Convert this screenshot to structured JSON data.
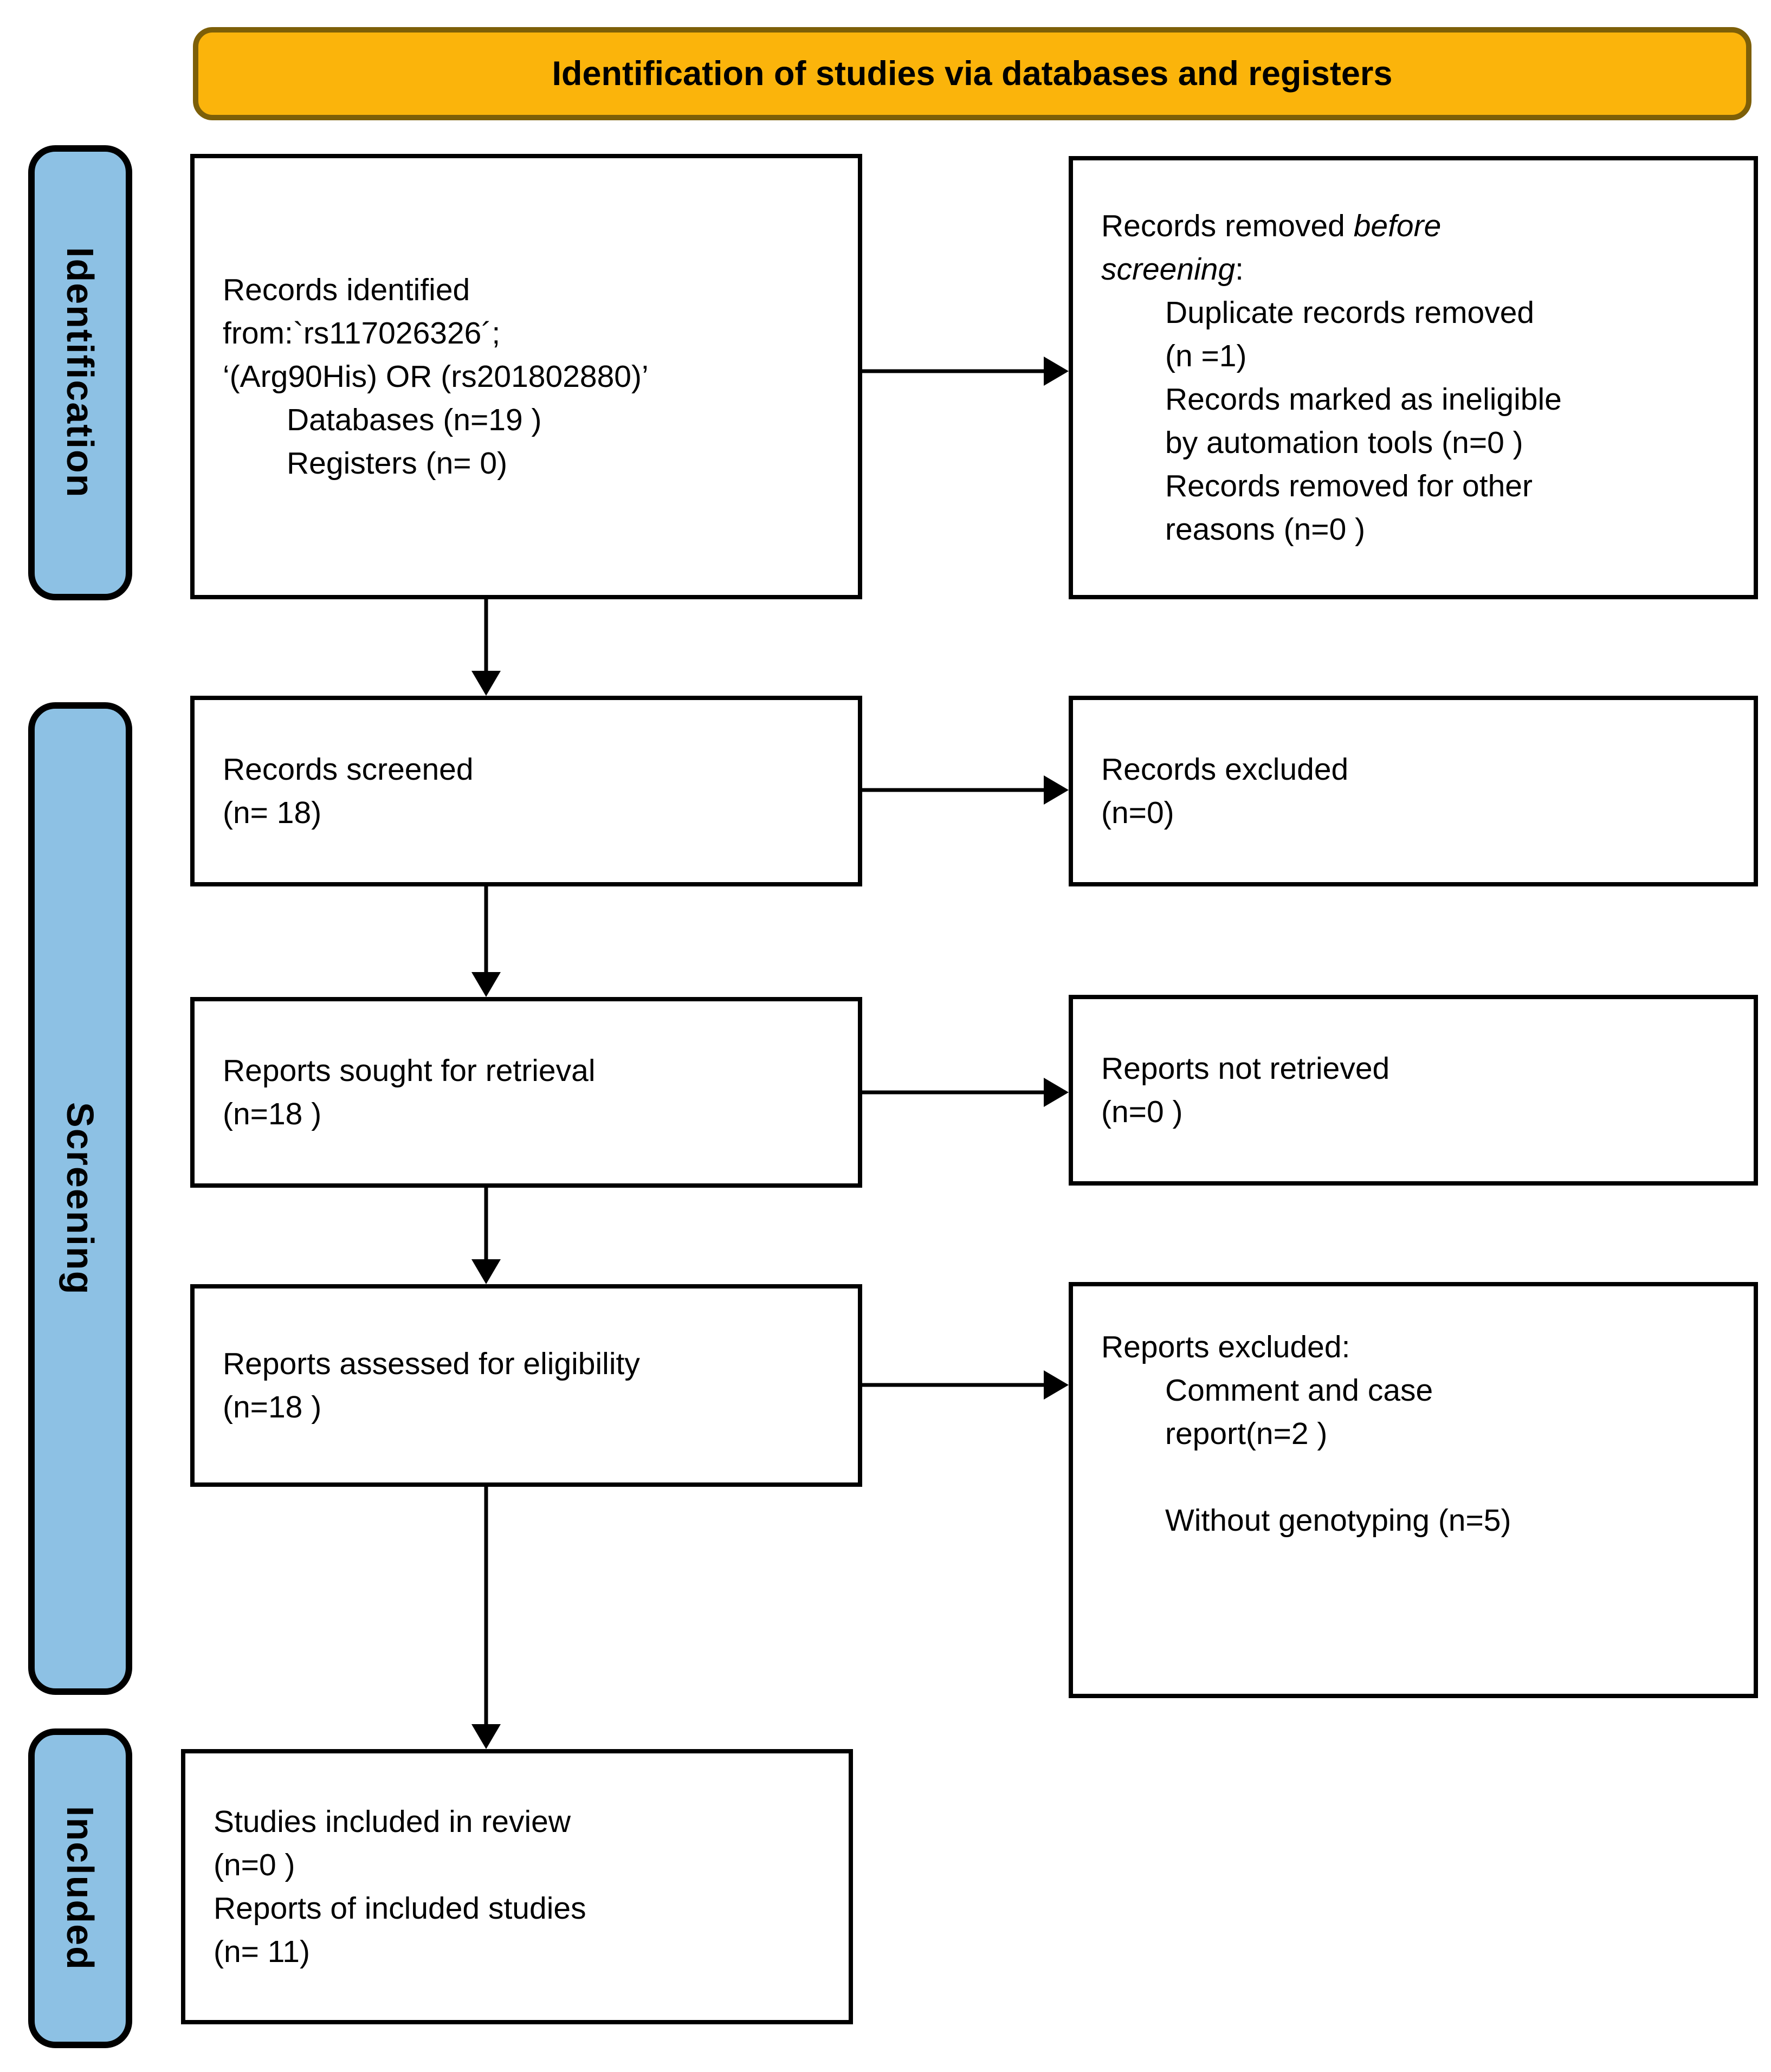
{
  "banner": {
    "title": "Identification of studies via databases and registers"
  },
  "stages": {
    "identification": "Identification",
    "screening": "Screening",
    "included": "Included"
  },
  "colors": {
    "banner_fill": "#FBB40B",
    "banner_border": "#7D5F08",
    "stage_fill": "#8DC1E4",
    "box_border": "#000000",
    "arrow_color": "#000000"
  },
  "boxes": {
    "records_identified": {
      "lines": [
        {
          "i": 0,
          "s": [
            {
              "t": "Records identified"
            }
          ]
        },
        {
          "i": 0,
          "s": [
            {
              "t": "from:`rs117026326´;"
            }
          ]
        },
        {
          "i": 0,
          "s": [
            {
              "t": "‘(Arg90His) OR (rs201802880)’"
            }
          ]
        },
        {
          "i": 1,
          "s": [
            {
              "t": "Databases (n=19 )"
            }
          ]
        },
        {
          "i": 1,
          "s": [
            {
              "t": "Registers (n= 0)"
            }
          ]
        }
      ]
    },
    "records_removed": {
      "lines": [
        {
          "i": 0,
          "s": [
            {
              "t": "Records removed "
            },
            {
              "t": "before",
              "it": true
            }
          ]
        },
        {
          "i": 0,
          "s": [
            {
              "t": "screening",
              "it": true
            },
            {
              "t": ":"
            }
          ]
        },
        {
          "i": 1,
          "s": [
            {
              "t": "Duplicate records removed"
            }
          ]
        },
        {
          "i": 1,
          "s": [
            {
              "t": "(n =1)"
            }
          ]
        },
        {
          "i": 1,
          "s": [
            {
              "t": "Records marked as ineligible"
            }
          ]
        },
        {
          "i": 1,
          "s": [
            {
              "t": "by automation tools (n=0 )"
            }
          ]
        },
        {
          "i": 1,
          "s": [
            {
              "t": "Records removed for other"
            }
          ]
        },
        {
          "i": 1,
          "s": [
            {
              "t": "reasons (n=0 )"
            }
          ]
        }
      ]
    },
    "records_screened": {
      "lines": [
        {
          "i": 0,
          "s": [
            {
              "t": "Records screened"
            }
          ]
        },
        {
          "i": 0,
          "s": [
            {
              "t": "(n= 18)"
            }
          ]
        }
      ]
    },
    "records_excluded": {
      "lines": [
        {
          "i": 0,
          "s": [
            {
              "t": "Records excluded"
            }
          ]
        },
        {
          "i": 0,
          "s": [
            {
              "t": "(n=0)"
            }
          ]
        }
      ]
    },
    "reports_sought": {
      "lines": [
        {
          "i": 0,
          "s": [
            {
              "t": "Reports sought for retrieval"
            }
          ]
        },
        {
          "i": 0,
          "s": [
            {
              "t": "(n=18 )"
            }
          ]
        }
      ]
    },
    "reports_not_retrieved": {
      "lines": [
        {
          "i": 0,
          "s": [
            {
              "t": "Reports not retrieved"
            }
          ]
        },
        {
          "i": 0,
          "s": [
            {
              "t": "(n=0 )"
            }
          ]
        }
      ]
    },
    "reports_assessed": {
      "lines": [
        {
          "i": 0,
          "s": [
            {
              "t": "Reports assessed for eligibility"
            }
          ]
        },
        {
          "i": 0,
          "s": [
            {
              "t": "(n=18 )"
            }
          ]
        }
      ]
    },
    "reports_excluded": {
      "lines": [
        {
          "i": 0,
          "s": [
            {
              "t": "Reports excluded:"
            }
          ]
        },
        {
          "i": 1,
          "s": [
            {
              "t": "Comment and case"
            }
          ]
        },
        {
          "i": 1,
          "s": [
            {
              "t": "report(n=2 )"
            }
          ]
        },
        {
          "i": 1,
          "s": [
            {
              "t": " "
            }
          ]
        },
        {
          "i": 1,
          "s": [
            {
              "t": "Without genotyping (n=5)"
            }
          ]
        }
      ]
    },
    "studies_included": {
      "lines": [
        {
          "i": 0,
          "s": [
            {
              "t": "Studies included in review"
            }
          ]
        },
        {
          "i": 0,
          "s": [
            {
              "t": "(n=0 )"
            }
          ]
        },
        {
          "i": 0,
          "s": [
            {
              "t": "Reports of included studies"
            }
          ]
        },
        {
          "i": 0,
          "s": [
            {
              "t": "(n= 11)"
            }
          ]
        }
      ]
    }
  }
}
